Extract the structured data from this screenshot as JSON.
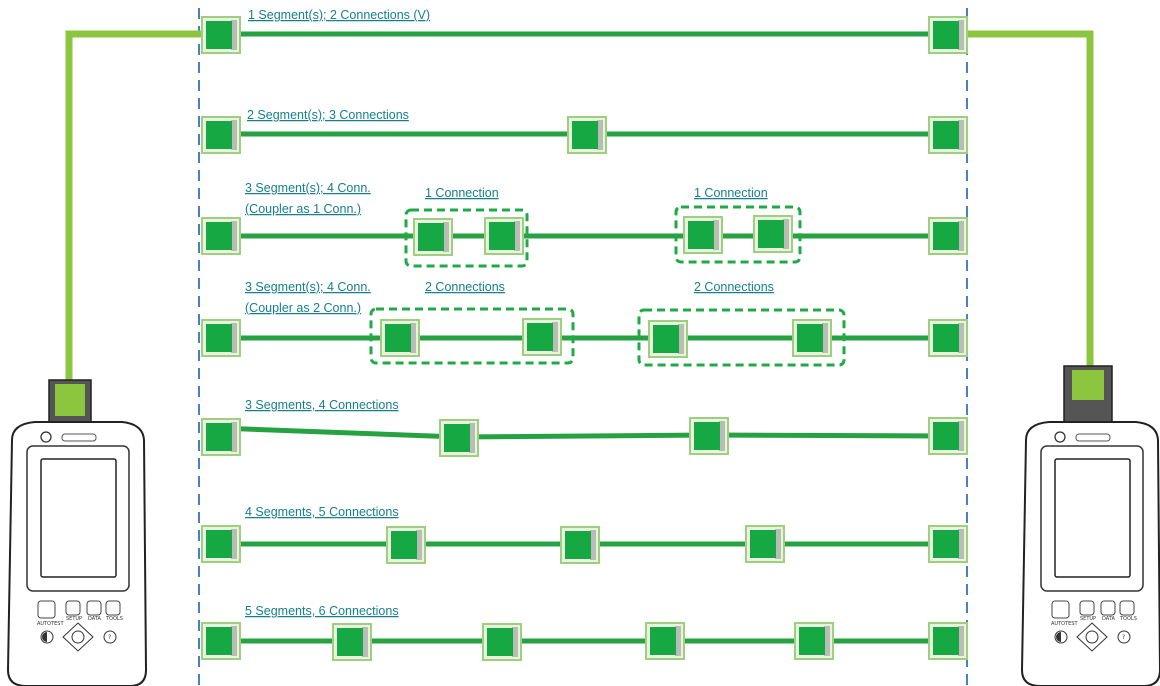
{
  "colors": {
    "link": "#8cc63f",
    "fiber": "#27a243",
    "connector": "#15a843",
    "connector_border": "#9ecf7f",
    "label": "#17808a",
    "boundary": "#4a7fc1",
    "coupler_box": "#1faa46",
    "tester_body": "#ffffff",
    "tester_outline": "#222222"
  },
  "rows": [
    {
      "label": "1 Segment(s); 2 Connections (V)"
    },
    {
      "label": "2 Segment(s); 3 Connections"
    },
    {
      "label_line1": "3 Segment(s); 4 Conn.",
      "label_line2": "(Coupler as 1 Conn.)",
      "groups": [
        {
          "label": "1 Connection"
        },
        {
          "label": "1 Connection"
        }
      ]
    },
    {
      "label_line1": "3 Segment(s); 4 Conn.",
      "label_line2": "(Coupler as 2 Conn.)",
      "groups": [
        {
          "label": "2 Connections"
        },
        {
          "label": "2 Connections"
        }
      ]
    },
    {
      "label": "3 Segments, 4 Connections"
    },
    {
      "label": "4 Segments, 5 Connections"
    },
    {
      "label": "5 Segments, 6 Connections"
    }
  ],
  "tester": {
    "buttons": {
      "autotest": "AUTOTEST",
      "setup": "SETUP",
      "data": "DATA",
      "tools": "TOOLS"
    },
    "icons": [
      "power-icon",
      "dpad-icon",
      "help-icon",
      "brightness-icon"
    ]
  }
}
